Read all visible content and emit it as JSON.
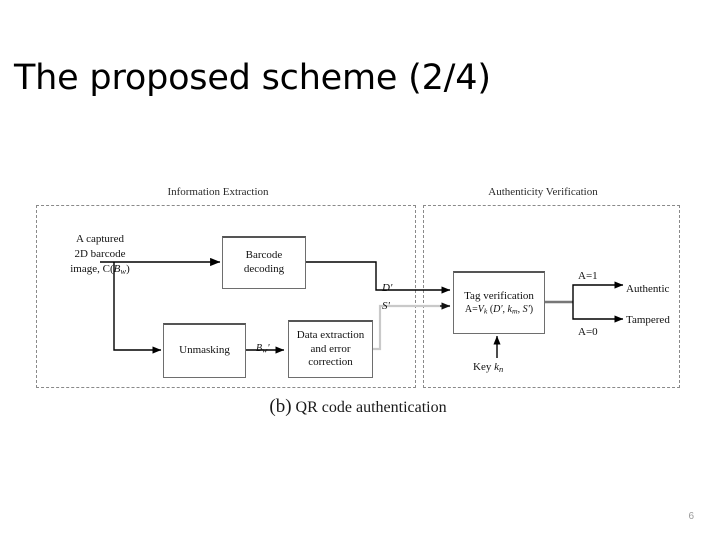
{
  "slide": {
    "title": "The proposed scheme (2/4)",
    "page_number": "6",
    "caption_prefix": "(b)",
    "caption_text": "QR code authentication"
  },
  "figure": {
    "panels": [
      {
        "id": "information-extraction",
        "header": "Information Extraction"
      },
      {
        "id": "authenticity-verification",
        "header": "Authenticity Verification"
      }
    ],
    "input_label": {
      "line1": "A captured",
      "line2": "2D barcode",
      "line3_prefix": "image, C(",
      "line3_symbol": "B",
      "line3_subscript": "w",
      "line3_suffix": ")"
    },
    "boxes": [
      {
        "id": "barcode-decoding",
        "line1": "Barcode",
        "line2": "decoding"
      },
      {
        "id": "unmasking",
        "line1": "Unmasking"
      },
      {
        "id": "data-extraction",
        "line1": "Data extraction",
        "line2": "and error",
        "line3": "correction"
      },
      {
        "id": "tag-verification",
        "line1": "Tag verification",
        "line2": "A=Vk (D', km, S')"
      }
    ],
    "signals": {
      "d_prime": "D'",
      "s_prime": "S'",
      "bw_prime": "Bw'",
      "a_equals_1": "A=1",
      "a_equals_0": "A=0",
      "key_label": "Key kn"
    },
    "outcomes": [
      {
        "id": "authentic",
        "label": "Authentic"
      },
      {
        "id": "tampered",
        "label": "Tampered"
      }
    ]
  },
  "colors": {
    "background": "#ffffff",
    "text": "#000000",
    "panel_border": "#8a8a8a",
    "box_border": "#6e6e6e",
    "arrow_dark": "#000000",
    "arrow_light": "#c9c9c9",
    "page_number": "#9a9a9a"
  }
}
